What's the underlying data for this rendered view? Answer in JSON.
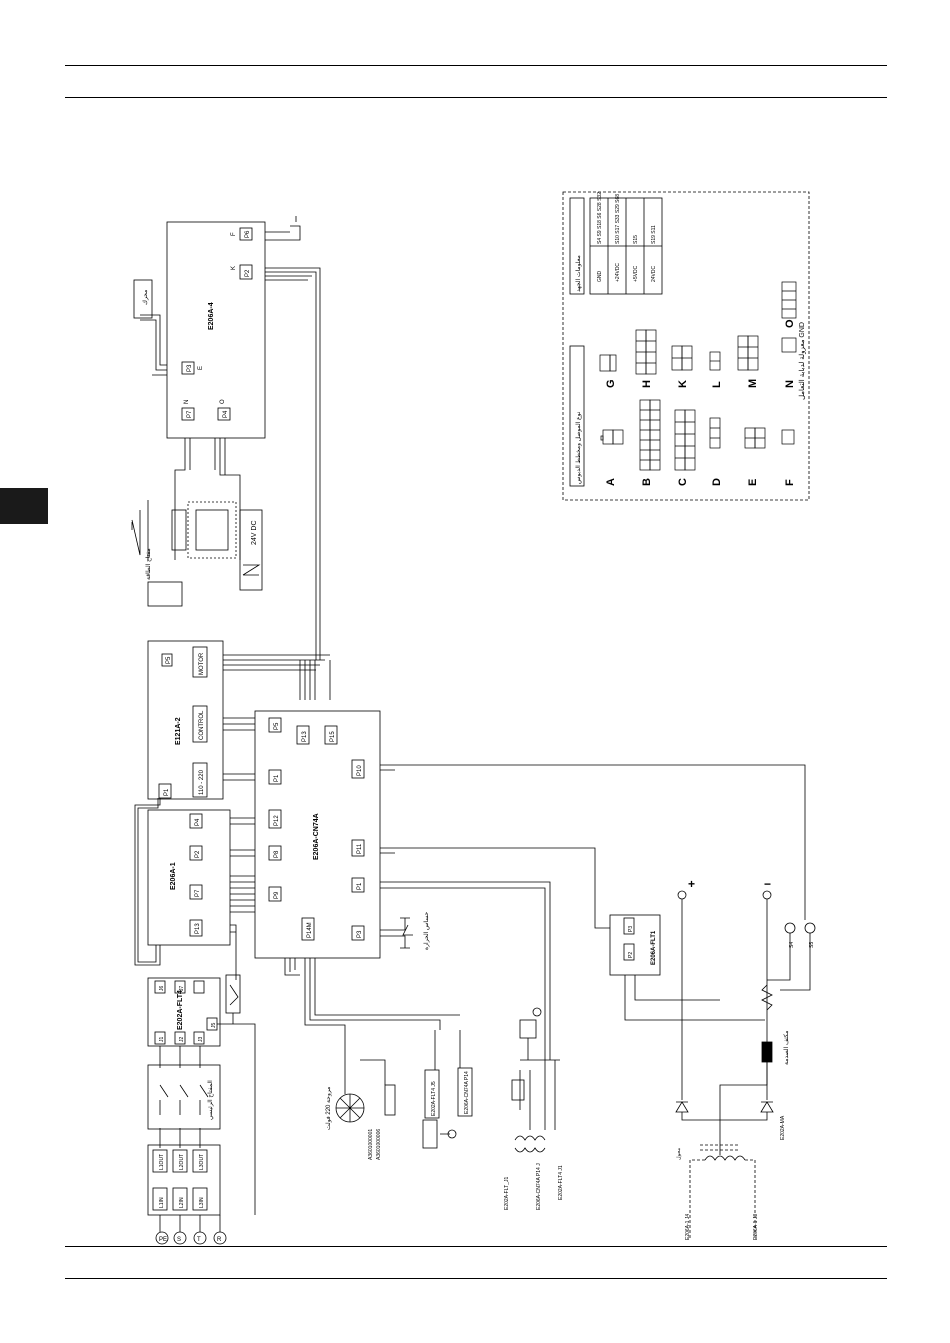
{
  "diagram": {
    "boards": {
      "e2064": "E206A-4",
      "e1212": "E121A-2",
      "e2061": "E206A-1",
      "cn74": "E206A-CN74A",
      "flt4": "E202A-FLT4",
      "flt1": "E206A-FLT1"
    },
    "connectors": {
      "p6": "P6",
      "p2": "P2",
      "p3": "P3",
      "p7": "P7",
      "p4": "P4",
      "p5a": "P5",
      "motor": "MOTOR",
      "control": "CONTROL",
      "v110": "110 - 220",
      "p1a": "P1",
      "p4b": "P4",
      "p2b": "P2",
      "p7b": "P7",
      "p13b": "P13",
      "p5c": "P5",
      "p13c": "P13",
      "p15c": "P15",
      "p1c": "P1",
      "p12c": "P12",
      "p8c": "P8",
      "p9c": "P9",
      "p10c": "P10",
      "p11c": "P11",
      "p1d": "P1",
      "p3d": "P3",
      "p14c": "P14M",
      "p3f": "P3",
      "p2f": "P2",
      "j1": "J1",
      "j2": "J2",
      "j3": "J3",
      "j4": "J4",
      "j5": "J5",
      "j6": "J6",
      "j7": "J7"
    },
    "letters": {
      "F": "F",
      "K": "K",
      "N": "N",
      "O": "O",
      "E": "E",
      "A": "A",
      "G": "G",
      "L": "L",
      "B": "B"
    },
    "terminals": {
      "in": [
        "L1IN",
        "L2IN",
        "L3IN"
      ],
      "out": [
        "L1OUT",
        "L2OUT",
        "L3OUT"
      ]
    },
    "ground_symbols": [
      "PE",
      "S",
      "T",
      "R"
    ],
    "components": {
      "motor_label": "محرك",
      "switch_label": "مفتاح الطاقة",
      "valve_label": "24V DC",
      "main_contactor": "المفتاح الرئيسي",
      "fan_label": "مروحة 220 فولت",
      "fan_parts": [
        "A3601000001",
        "A3601000006"
      ],
      "relay_ref": "E202A-FLT4 J5",
      "cn74_ref": "E206A-CN74A P14",
      "choke_label": "محول",
      "capacitor_label": "مكثف الصدمة",
      "igbt_label": "E202A-MA",
      "plus": "+",
      "minus": "−",
      "bottom_refs": [
        "E206A-1 J4",
        "E206A-1 J3"
      ],
      "trans_refs": [
        "E202A-FLT_J1",
        "E206A-CN74A P14 J",
        "E202A-FLT4 J1"
      ],
      "sensor_label": "حساس الحرارة",
      "s4": "S4",
      "s5": "S5"
    },
    "legend": {
      "connector_title": "نوع الموصل ومخطط الدبوس",
      "voltage_title": "معلومات الجهد",
      "rows_left": [
        "A",
        "B",
        "C",
        "D",
        "E",
        "F"
      ],
      "rows_right": [
        "G",
        "H",
        "K",
        "L",
        "M",
        "N",
        "O"
      ],
      "voltage_rows": [
        {
          "label": "GND",
          "codes": "S4 S9 S18 S6 S28 S32"
        },
        {
          "label": "+24VDC",
          "codes": "S10 S17 S33 S29 S68"
        },
        {
          "label": "+5VDC",
          "codes": "S15"
        },
        {
          "label": "24VDC",
          "codes": "S19 S11"
        }
      ],
      "gnd_note": "معزولة لدبابة التعامل GND"
    }
  }
}
